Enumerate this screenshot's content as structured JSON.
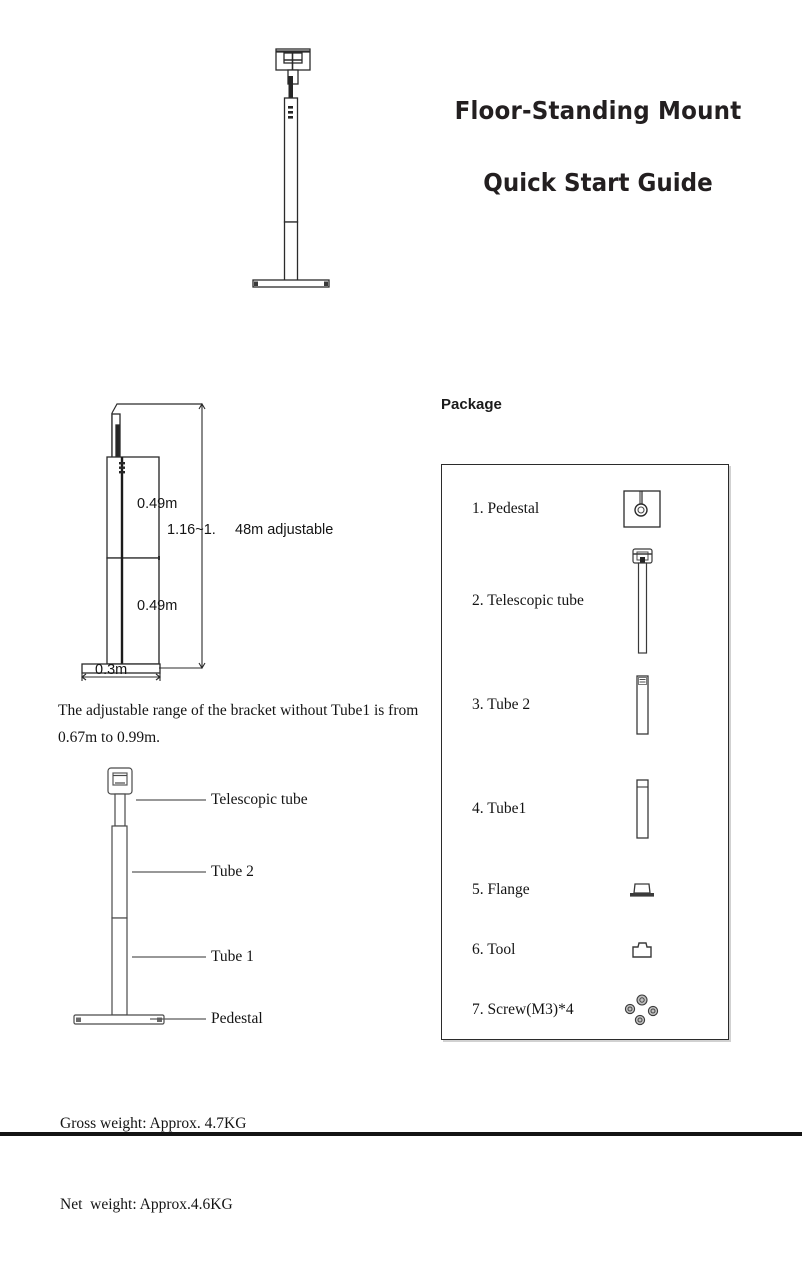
{
  "document": {
    "title_main": "Floor-Standing Mount",
    "title_sub": "Quick Start Guide"
  },
  "dimensions_diagram": {
    "upper_segment": "0.49m",
    "lower_segment": "0.49m",
    "total_range_left": "1.16~1.",
    "total_range_right": "48m adjustable",
    "base_width": "0.3m"
  },
  "note": {
    "line1": "The adjustable range of the bracket without Tube1 is",
    "line2": "from 0.67m to 0.99m."
  },
  "callouts": [
    {
      "label": "Telescopic tube"
    },
    {
      "label": "Tube 2"
    },
    {
      "label": "Tube 1"
    },
    {
      "label": "Pedestal"
    }
  ],
  "weights": {
    "gross": "Gross weight: Approx. 4.7KG",
    "net": "Net  weight: Approx.4.6KG"
  },
  "package": {
    "heading": "Package",
    "items": [
      {
        "label": "1. Pedestal",
        "icon": "pedestal-icon"
      },
      {
        "label": "2. Telescopic tube",
        "icon": "telescopic-tube-icon"
      },
      {
        "label": "3. Tube 2",
        "icon": "tube2-icon"
      },
      {
        "label": "4. Tube1",
        "icon": "tube1-icon"
      },
      {
        "label": "5. Flange",
        "icon": "flange-icon"
      },
      {
        "label": "6. Tool",
        "icon": "tool-icon"
      },
      {
        "label": "7. Screw(M3)*4",
        "icon": "screw-icon"
      }
    ]
  },
  "colors": {
    "ink": "#231f20",
    "line": "#2b2b2b",
    "page": "#ffffff"
  }
}
